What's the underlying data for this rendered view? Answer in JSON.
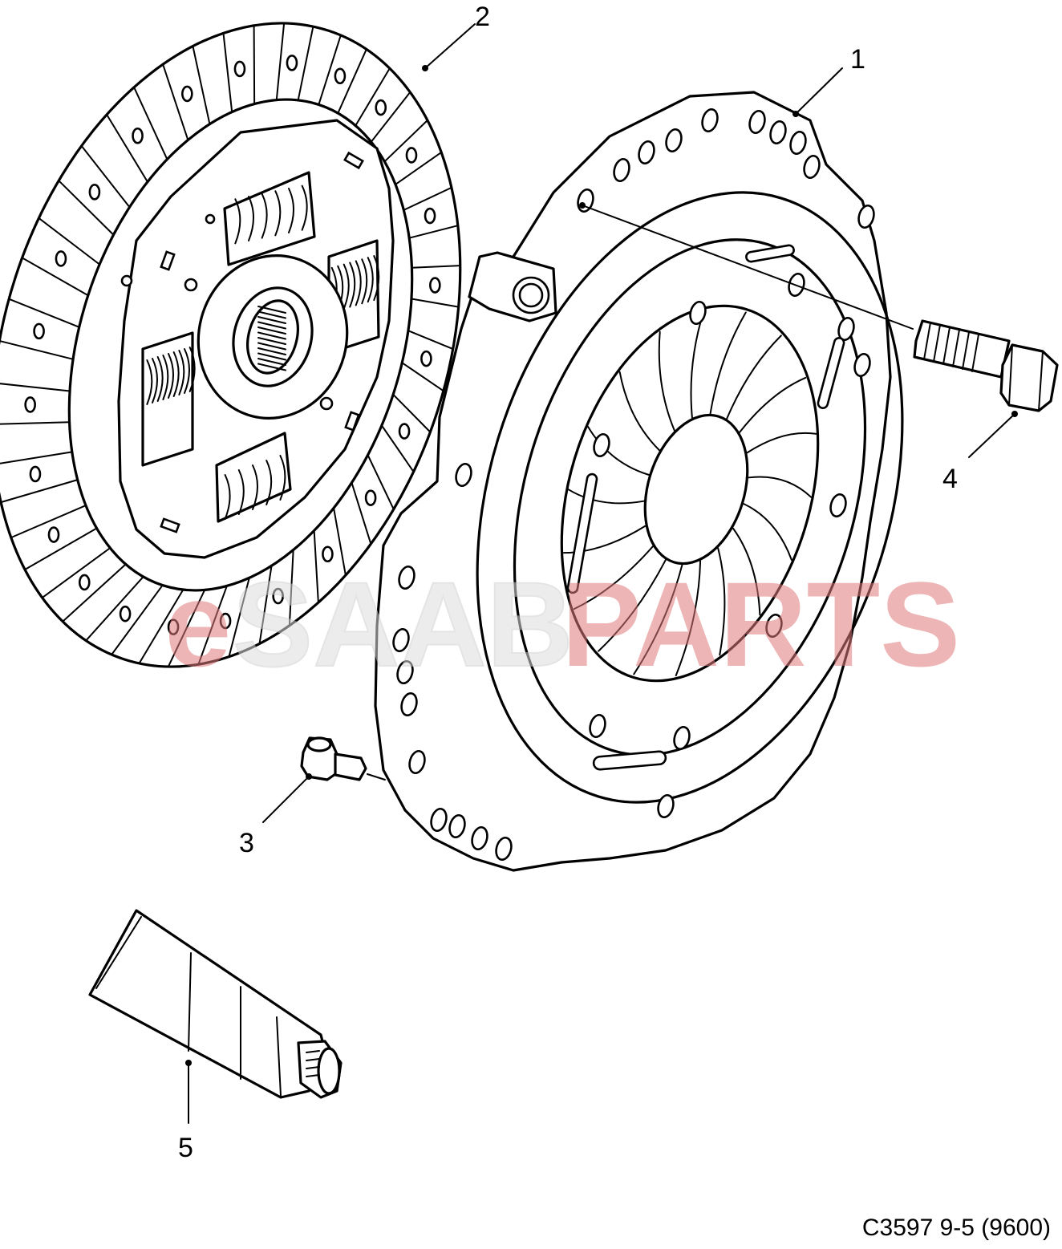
{
  "diagram": {
    "reference_code": "C3597 9-5 (9600)",
    "watermark": {
      "prefix": "e",
      "mid": "SAAB",
      "suffix": "PARTS",
      "color": "#e07a7a"
    },
    "callouts": [
      {
        "id": "callout-1",
        "label": "1"
      },
      {
        "id": "callout-2",
        "label": "2"
      },
      {
        "id": "callout-3",
        "label": "3"
      },
      {
        "id": "callout-4",
        "label": "4"
      },
      {
        "id": "callout-5",
        "label": "5"
      }
    ]
  }
}
